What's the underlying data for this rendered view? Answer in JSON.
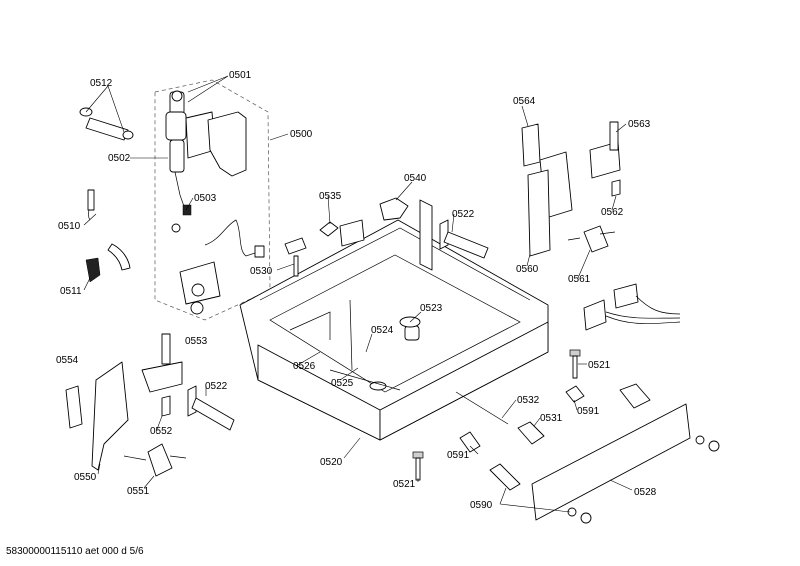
{
  "labels": {
    "l0501": "0501",
    "l0512": "0512",
    "l0500": "0500",
    "l0502": "0502",
    "l0503": "0503",
    "l0510": "0510",
    "l0511": "0511",
    "l0535": "0535",
    "l0540": "0540",
    "l0564": "0564",
    "l0563": "0563",
    "l0522a": "0522",
    "l0562": "0562",
    "l0530": "0530",
    "l0560": "0560",
    "l0561": "0561",
    "l0523": "0523",
    "l0554": "0554",
    "l0553": "0553",
    "l0524": "0524",
    "l0526": "0526",
    "l0521a": "0521",
    "l0522b": "0522",
    "l0525": "0525",
    "l0591a": "0591",
    "l0532": "0532",
    "l0552": "0552",
    "l0531": "0531",
    "l0520": "0520",
    "l0591b": "0591",
    "l0550": "0550",
    "l0551": "0551",
    "l0521b": "0521",
    "l0528": "0528",
    "l0590": "0590"
  },
  "footer": "58300000115110 aet 000 d 5/6"
}
